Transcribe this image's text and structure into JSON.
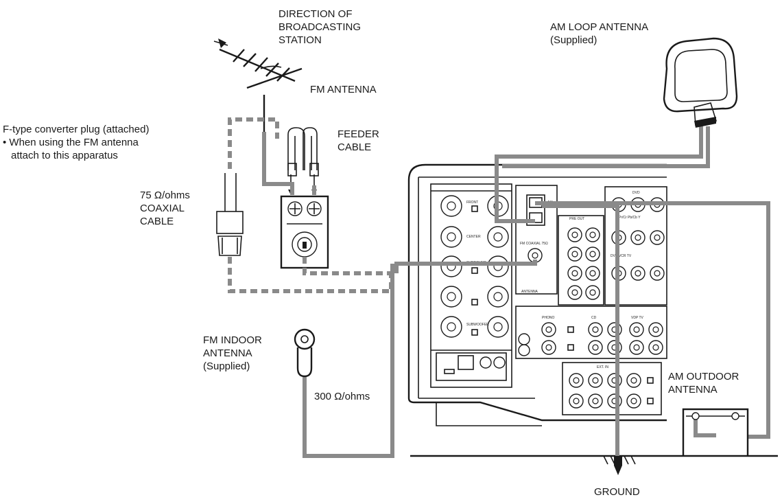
{
  "labels": {
    "direction": [
      "DIRECTION OF",
      "BROADCASTING",
      "STATION"
    ],
    "fm_antenna": "FM ANTENNA",
    "converter": [
      "F-type converter plug (attached)",
      "• When using the FM antenna",
      "attach to this apparatus"
    ],
    "feeder": [
      "FEEDER",
      "CABLE"
    ],
    "coaxial": [
      "75 Ω/ohms",
      "COAXIAL",
      "CABLE"
    ],
    "am_loop": [
      "AM LOOP ANTENNA",
      "(Supplied)"
    ],
    "fm_indoor": [
      "FM INDOOR",
      "ANTENNA",
      "(Supplied)"
    ],
    "ohms300": "300 Ω/ohms",
    "am_outdoor": [
      "AM OUTDOOR",
      "ANTENNA"
    ],
    "ground": "GROUND"
  },
  "panel": {
    "am_terminal": "AM",
    "fm_coaxial": "FM COAXIAL 75Ω",
    "antenna_section": "ANTENNA",
    "pre_out": "PRE OUT",
    "dvd": "DVD",
    "component": "Pr/Cr Pb/Cb Y",
    "vcr": "DVD VCR TV",
    "phono": "PHONO",
    "cd": "CD",
    "vdp_tv": "VDP TV",
    "ext_in": "EXT. IN",
    "front": "FRONT",
    "center": "CENTER",
    "surround": "SURROUND",
    "subwoofer": "SUBWOOFER"
  },
  "colors": {
    "cable": "#8a8a8a",
    "line": "#1a1a1a",
    "background": "#ffffff"
  }
}
